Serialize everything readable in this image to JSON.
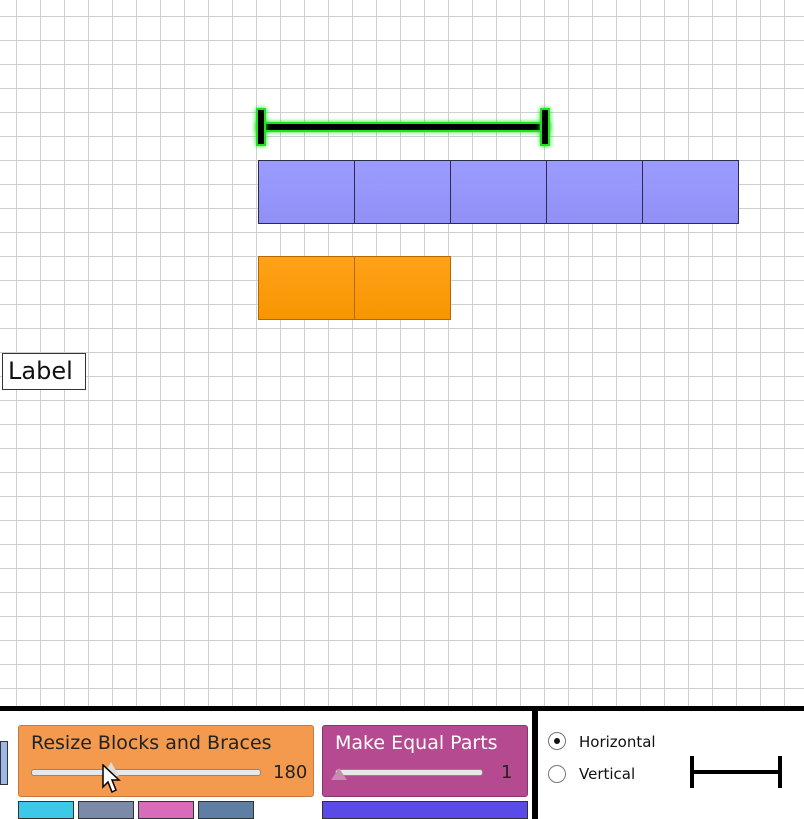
{
  "workspace": {
    "label_text": "Label"
  },
  "colors": {
    "purple_block": "#9c9cff",
    "orange_block": "#ffa11a",
    "selection_glow": "#1de21d",
    "resize_panel": "#f39a4f",
    "equal_parts_panel": "#b54a90"
  },
  "toolbar": {
    "resize": {
      "title": "Resize Blocks and Braces",
      "value": "180"
    },
    "equal_parts": {
      "title": "Make Equal Parts",
      "value": "1"
    },
    "orientation": {
      "horizontal_label": "Horizontal",
      "vertical_label": "Vertical",
      "selected": "Horizontal",
      "preview_icon": "horizontal-brace-icon"
    }
  }
}
